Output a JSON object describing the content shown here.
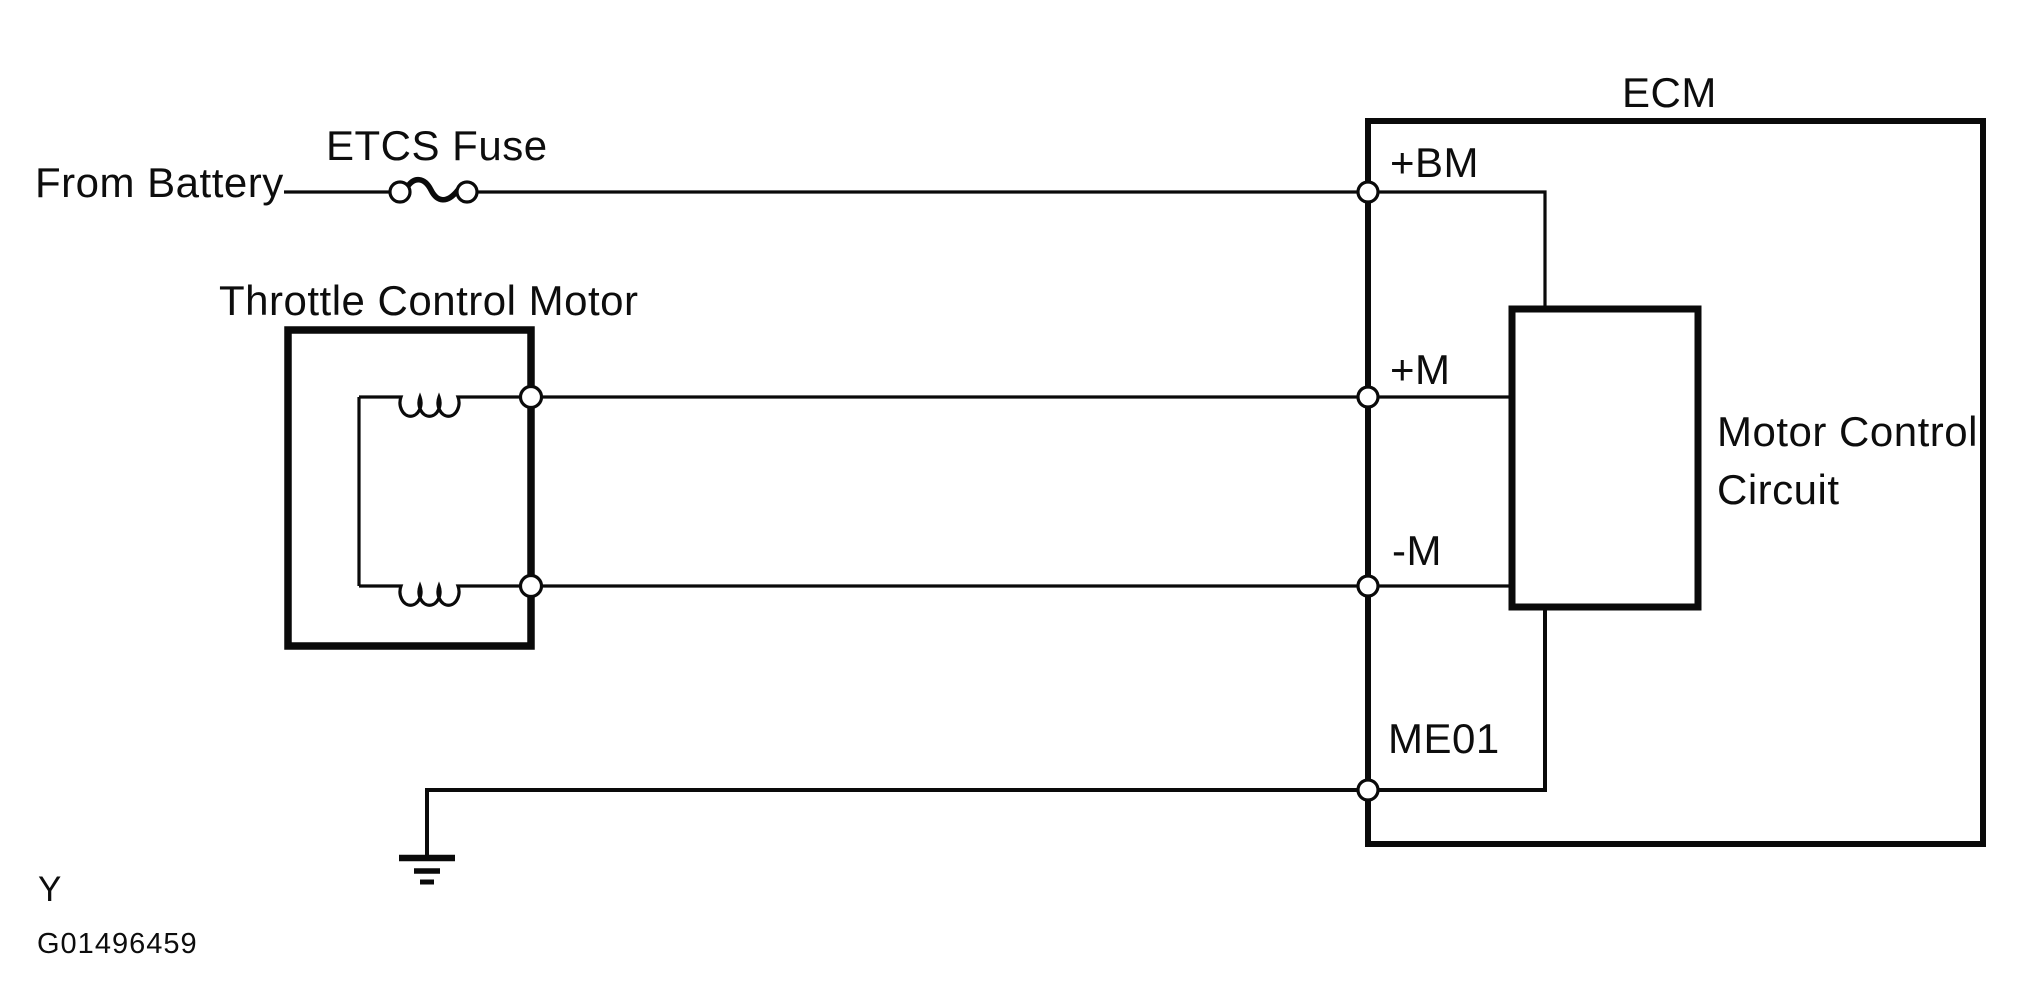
{
  "figure": {
    "page_marker": "Y",
    "code": "G01496459"
  },
  "labels": {
    "from_battery": "From Battery",
    "etcs_fuse": "ETCS Fuse",
    "throttle_control_motor": "Throttle Control Motor",
    "ecm": "ECM",
    "motor_control_circuit_line1": "Motor Control",
    "motor_control_circuit_line2": "Circuit"
  },
  "ecm_terminals": [
    {
      "label": "+BM"
    },
    {
      "label": "+M"
    },
    {
      "label": "-M"
    },
    {
      "label": "ME01"
    }
  ],
  "colors": {
    "ink": "#0a0a0a",
    "paper": "#ffffff"
  }
}
